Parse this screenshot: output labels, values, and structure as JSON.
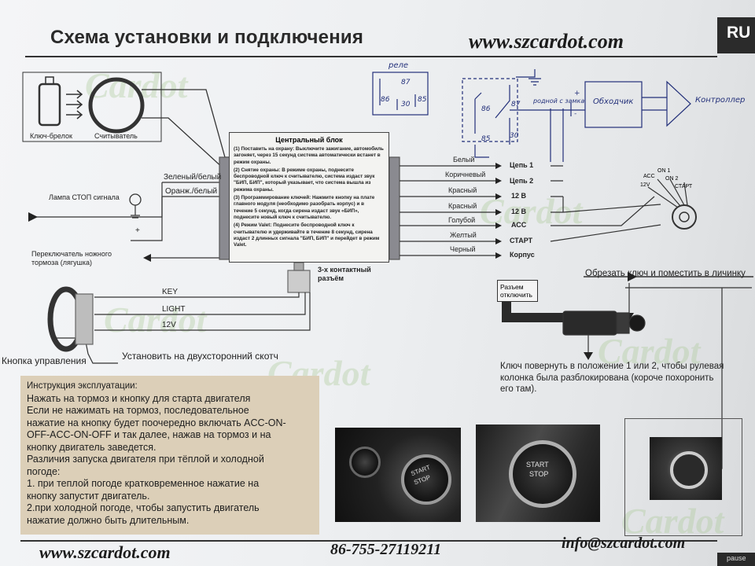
{
  "header": {
    "title": "Схема установки и подключения",
    "site": "www.szcardot.com",
    "lang": "RU"
  },
  "watermark": "Cardot",
  "left": {
    "fob_label": "Ключ-брелок",
    "reader_label": "Считыватель",
    "green_white": "Зеленый/белый",
    "orange_white": "Оранж./белый",
    "brake_lamp": "Лампа СТОП сигнала",
    "brake_switch": "Переключатель ножного тормоза (лягушка)",
    "plus": "+",
    "connector_label": "3-х контактный разъём",
    "key_wire": "KEY",
    "light_wire": "LIGHT",
    "v12_wire": "12V",
    "button_label": "Кнопка управления",
    "tape_label": "Установить на двухсторонний скотч"
  },
  "central_unit": {
    "title": "Центральный блок",
    "items": [
      "(1) Поставить на охрану: Выключите зажигание, автомобиль загоняет, через 15 секунд система автоматически встанет в режим охраны.",
      "(2) Снятие охраны: В режиме охраны, поднесите беспроводной ключ к считывателю, система издаст звук \"БИП, БИП\", который указывает, что система вышла из режима охраны.",
      "(3) Программирование ключей: Нажмите кнопку на плате главного модуля (необходимо разобрать корпус) и в течение 5 секунд, когда сирена издаст звук «БИП», поднесите новый ключ к считывателю.",
      "(4) Режим Valet: Поднесите беспроводной ключ к считывателю и удерживайте в течение 8 секунд, сирена издаст 2 длинных сигнала \"БИП, БИП\" и перейдет в режим Valet."
    ]
  },
  "wires": [
    {
      "color": "Белый",
      "target": "Цепь 1"
    },
    {
      "color": "Коричневый",
      "target": "Цепь 2"
    },
    {
      "color": "Красный",
      "target": "12 В"
    },
    {
      "color": "Красный",
      "target": "12 В"
    },
    {
      "color": "Голубой",
      "target": "АСС"
    },
    {
      "color": "Желтый",
      "target": "СТАРТ"
    },
    {
      "color": "Черный",
      "target": "Корпус"
    }
  ],
  "ignition": {
    "acc": "АСС",
    "on1": "ON 1",
    "on2": "ON 2",
    "v12": "12V",
    "start": "СТАРТ"
  },
  "handwritten": {
    "relay": "реле",
    "relay_pins": [
      "86",
      "87",
      "30",
      "85"
    ],
    "relay2_pins": [
      "86",
      "87",
      "85",
      "30"
    ],
    "wire_note": "родной с замка",
    "bypass": "Обходчик",
    "controller": "Контроллер",
    "plus": "+",
    "minus": "-"
  },
  "immobilizer": {
    "plug_label": "Разъем отключить",
    "cut_key": "Обрезать ключ и поместить в личинку",
    "note": "Ключ повернуть в положение 1 или 2, чтобы рулевая колонка была разблокирована (короче похоронить его там)."
  },
  "instructions": {
    "lines": [
      "Инструкция эксплуатации:",
      "Нажать на тормоз и кнопку для старта двигателя",
      "Если не нажимать на тормоз, последовательное",
      "нажатие на кнопку будет поочередно включать ACC-ON-",
      "OFF-ACC-ON-OFF и так далее, нажав на тормоз и на",
      "кнопку двигатель заведется.",
      "Различия запуска двигателя при тёплой и холодной",
      "погоде:",
      "1. при теплой погоде кратковременное нажатие на",
      "кнопку запустит двигатель.",
      "2.при холодной погоде, чтобы запустить двигатель",
      "нажатие должно быть длительным."
    ]
  },
  "photos": {
    "button_text_1": "START",
    "button_text_2": "STOP",
    "button2_text_1": "START",
    "button2_text_2": "STOP"
  },
  "footer": {
    "site": "www.szcardot.com",
    "phone": "86-755-27119211",
    "email": "info@szcardot.com",
    "pause_key": "pause"
  },
  "colors": {
    "paper": "#eef0f2",
    "ink": "#222222",
    "handwriting": "#23307a",
    "instruction_bg": "#dccfb8",
    "watermark": "#aac896"
  }
}
